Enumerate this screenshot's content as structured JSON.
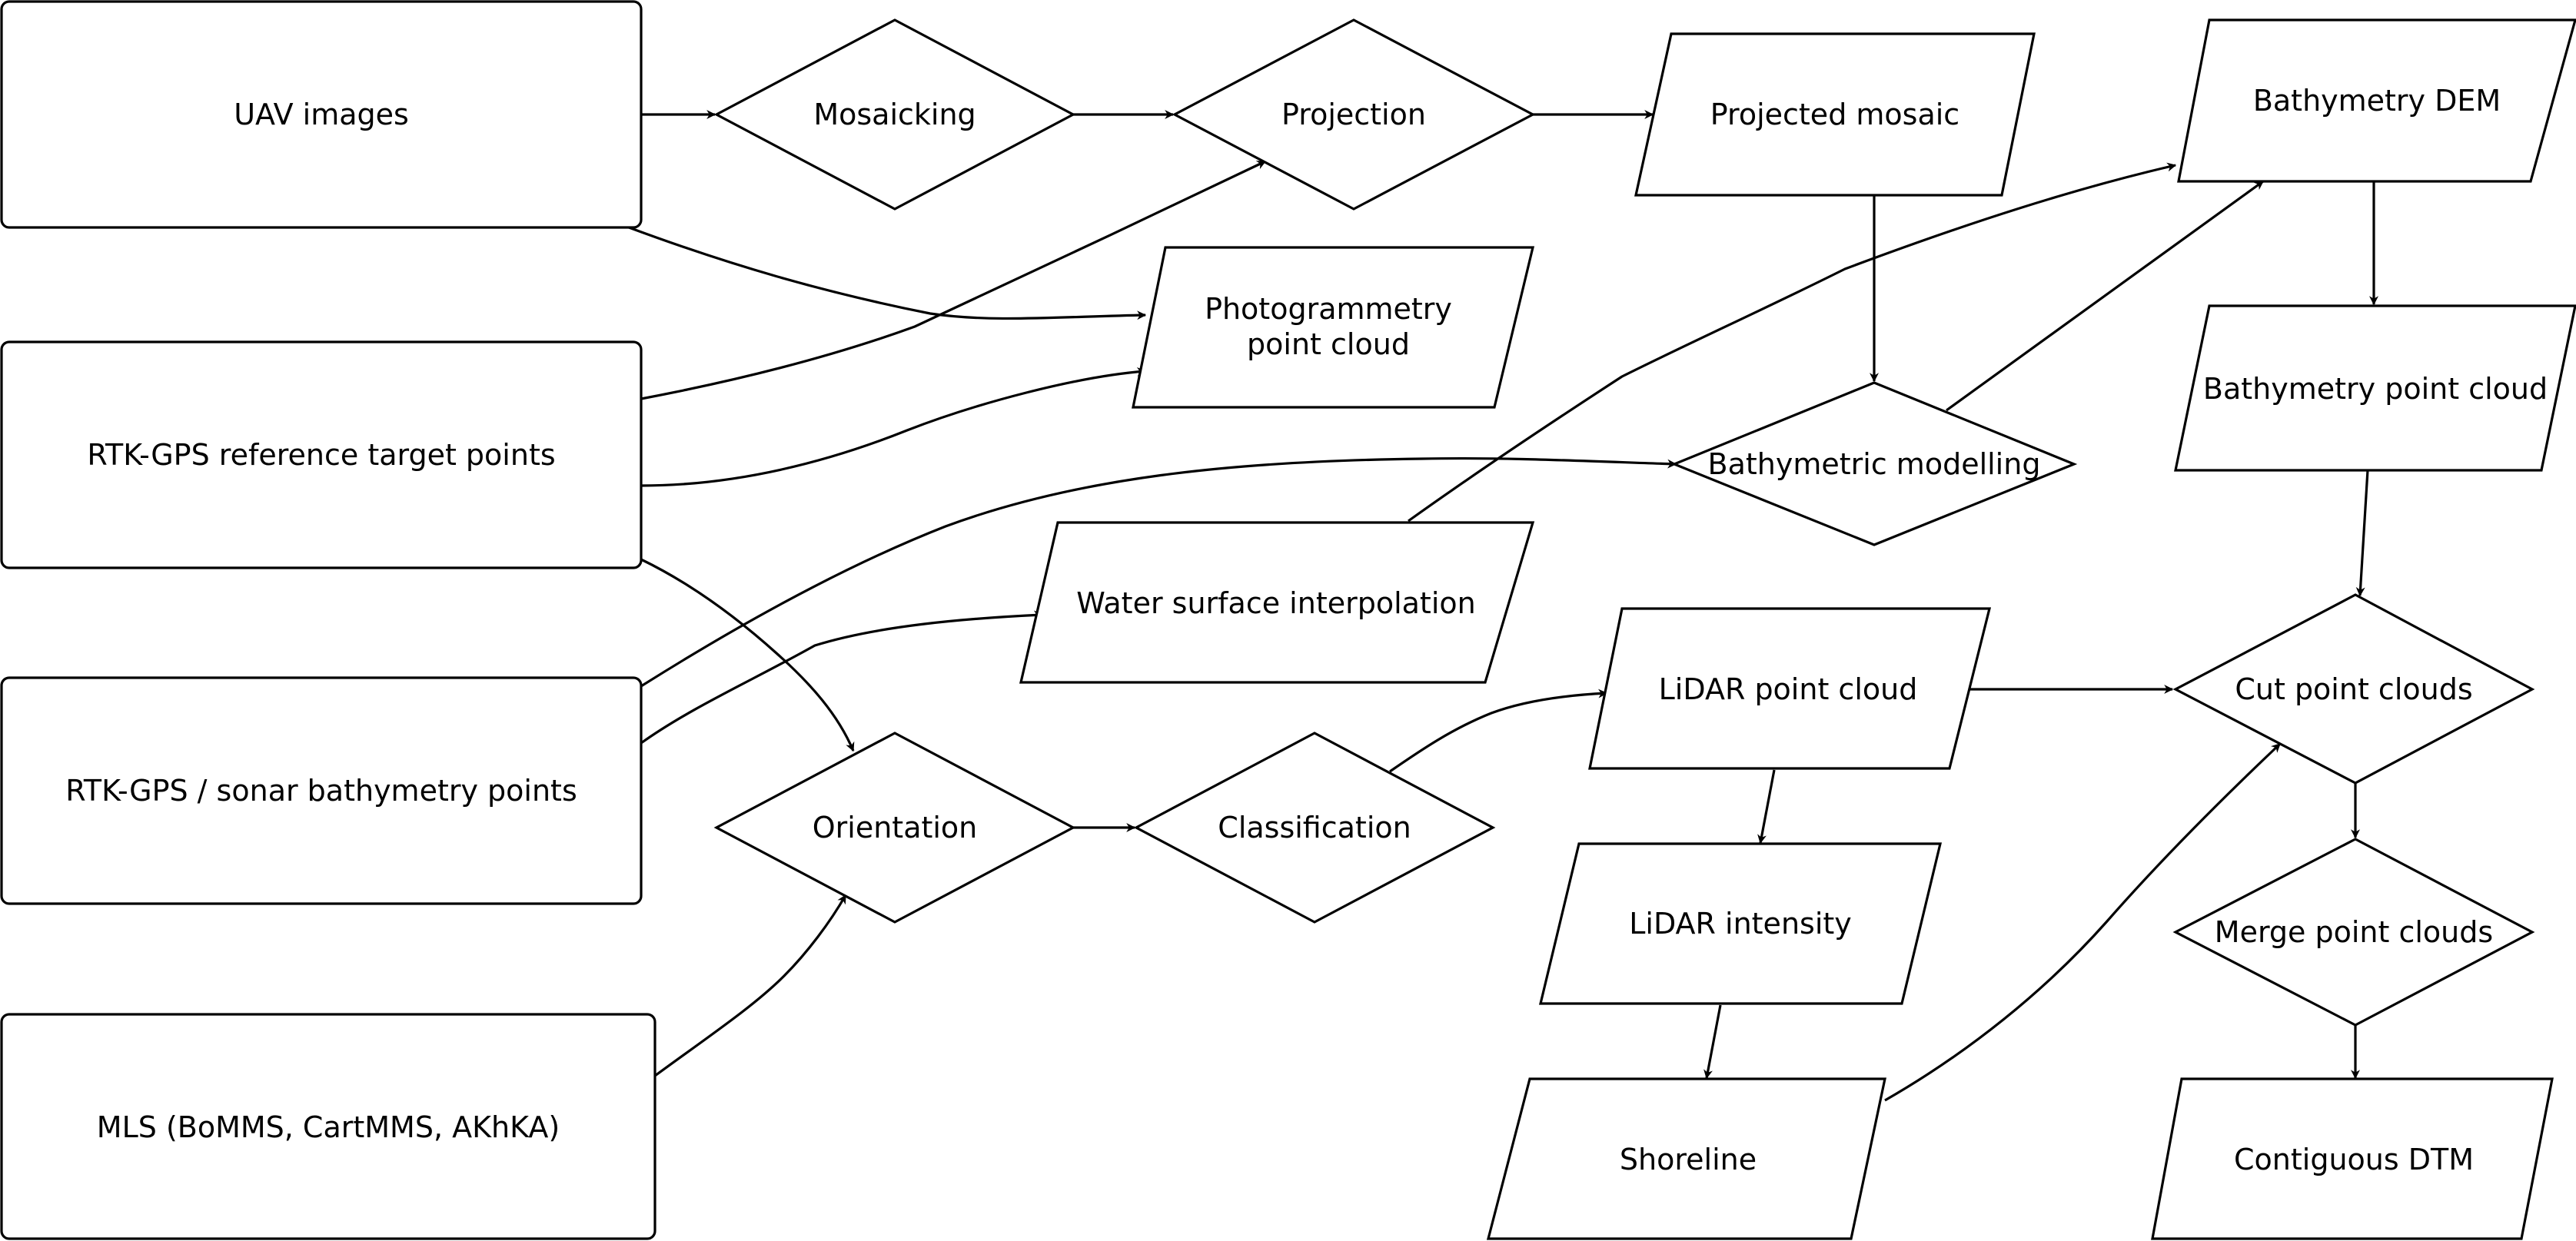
{
  "nodes": {
    "uav_images": "UAV images",
    "rtk_gps_reference_target_points": "RTK-GPS reference target points",
    "rtk_gps_sonar_bathymetry_points": "RTK-GPS / sonar bathymetry points",
    "mls": "MLS (BoMMS, CartMMS, AKhKA)",
    "mosaicking": "Mosaicking",
    "projection": "Projection",
    "projected_mosaic": "Projected mosaic",
    "photogrammetry_point_cloud_line1": "Photogrammetry",
    "photogrammetry_point_cloud_line2": "point cloud",
    "water_surface_interpolation": "Water surface interpolation",
    "orientation": "Orientation",
    "classification": "Classification",
    "bathymetric_modelling": "Bathymetric modelling",
    "bathymetry_dem": "Bathymetry DEM",
    "bathymetry_point_cloud": "Bathymetry point cloud",
    "lidar_point_cloud": "LiDAR point cloud",
    "lidar_intensity": "LiDAR intensity",
    "shoreline": "Shoreline",
    "cut_point_clouds": "Cut point clouds",
    "merge_point_clouds": "Merge point clouds",
    "contiguous_dtm": "Contiguous DTM"
  }
}
